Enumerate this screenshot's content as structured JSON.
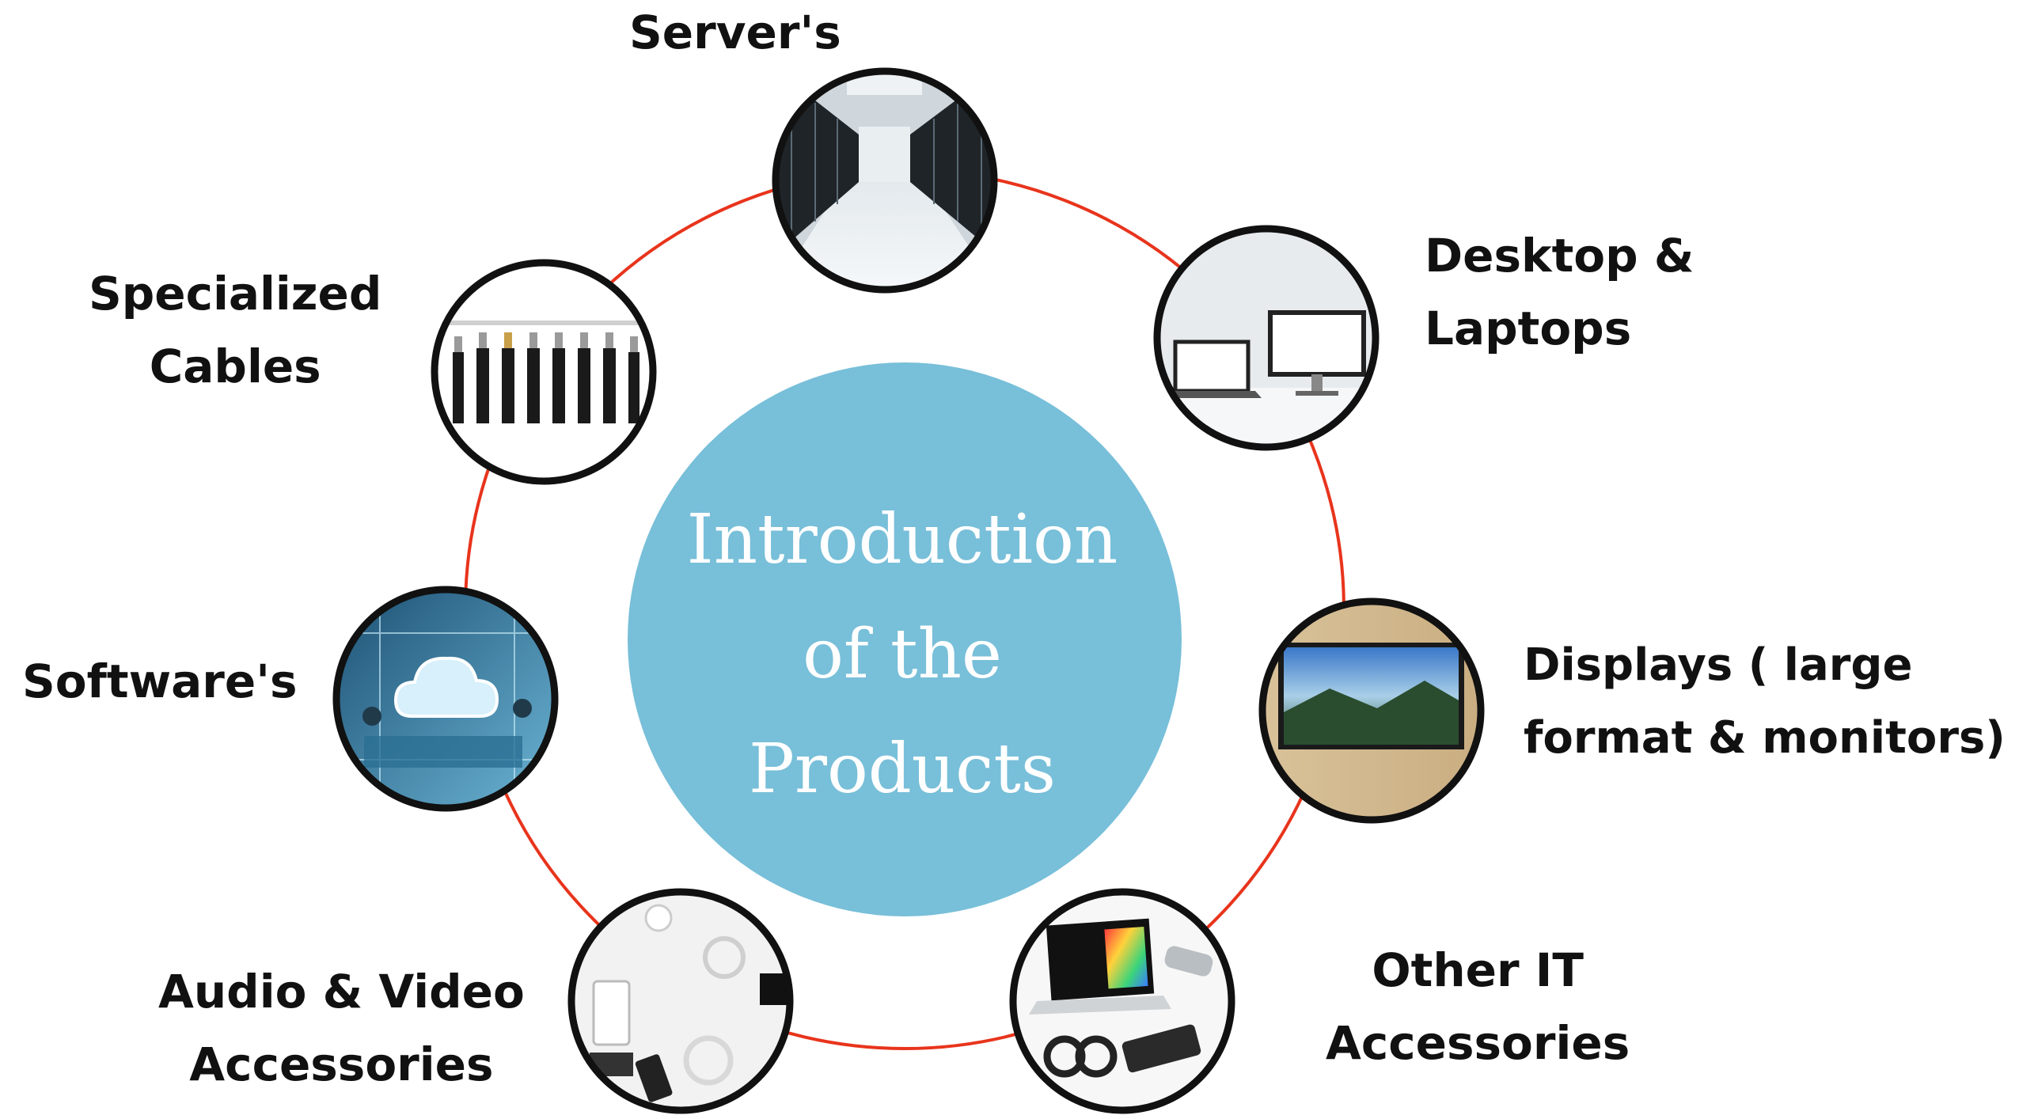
{
  "center": {
    "lines": [
      "Introduction",
      "of the",
      "Products"
    ]
  },
  "items": [
    {
      "id": "servers",
      "lines": [
        "Server's"
      ],
      "icon": "server-room-icon"
    },
    {
      "id": "desktop-laptops",
      "lines": [
        "Desktop &",
        "Laptops"
      ],
      "icon": "desktop-laptop-icon"
    },
    {
      "id": "displays",
      "lines": [
        "Displays ( large",
        "format & monitors)"
      ],
      "icon": "display-icon"
    },
    {
      "id": "other-it",
      "lines": [
        "Other IT",
        "Accessories"
      ],
      "icon": "it-accessories-icon"
    },
    {
      "id": "audio-video",
      "lines": [
        "Audio & Video",
        "Accessories"
      ],
      "icon": "audio-video-icon"
    },
    {
      "id": "software",
      "lines": [
        "Software's"
      ],
      "icon": "cloud-software-icon"
    },
    {
      "id": "cables",
      "lines": [
        "Specialized",
        "Cables"
      ],
      "icon": "cables-icon"
    }
  ],
  "colors": {
    "ring": "#e8341c",
    "center_fill": "#78bfd9",
    "node_border": "#111111"
  }
}
